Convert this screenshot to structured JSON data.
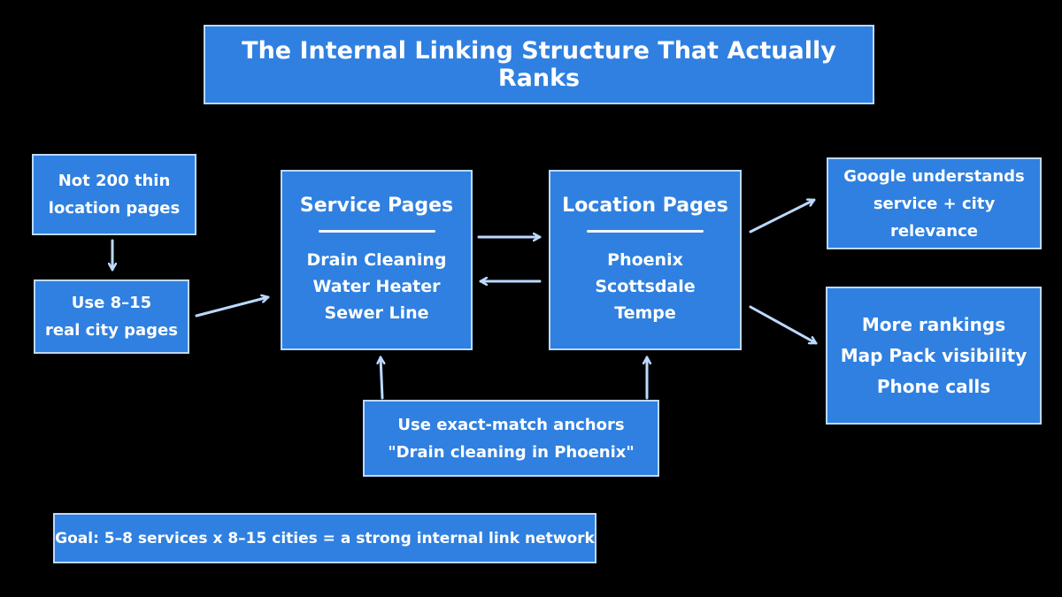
{
  "title": "The Internal Linking Structure That Actually Ranks",
  "not_thin": {
    "line1": "Not 200 thin",
    "line2": "location pages"
  },
  "real_city": {
    "line1": "Use 8–15",
    "line2": "real city pages"
  },
  "service_pages": {
    "heading": "Service Pages",
    "items": [
      "Drain Cleaning",
      "Water Heater",
      "Sewer Line"
    ]
  },
  "location_pages": {
    "heading": "Location Pages",
    "items": [
      "Phoenix",
      "Scottsdale",
      "Tempe"
    ]
  },
  "google": {
    "line1": "Google understands",
    "line2": "service + city relevance"
  },
  "results": {
    "items": [
      "More rankings",
      "Map Pack visibility",
      "Phone calls"
    ]
  },
  "anchors": {
    "line1": "Use exact-match anchors",
    "line2": "\"Drain cleaning in Phoenix\""
  },
  "goal": "Goal: 5–8 services x 8–15 cities = a strong internal link network",
  "colors": {
    "box": "#2f80e0",
    "border": "#bcd9ff",
    "arrow": "#bcd9ff",
    "background": "#000000"
  }
}
